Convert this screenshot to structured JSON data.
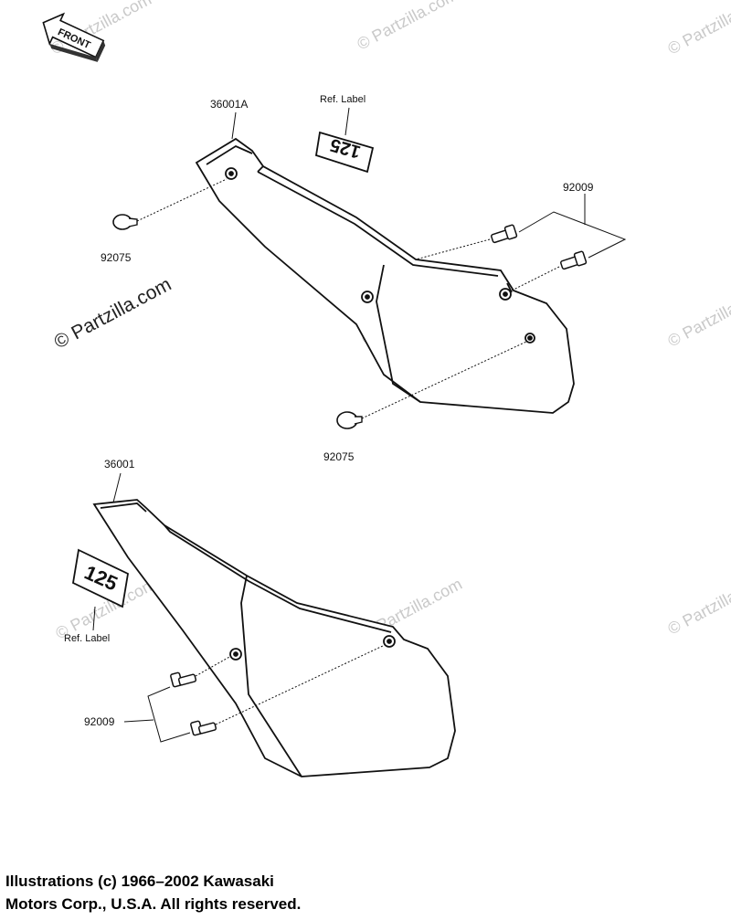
{
  "front_arrow": {
    "text": "FRONT"
  },
  "watermark": {
    "text": "© Partzilla.com"
  },
  "parts": {
    "cover_right": "36001A",
    "cover_left": "36001",
    "bolt_top": "92009",
    "bolt_bottom": "92009",
    "damper_top": "92075",
    "damper_bottom": "92075"
  },
  "emblems": {
    "top_label": "Ref. Label",
    "bottom_label": "Ref. Label",
    "top_text": "125",
    "bottom_text": "125"
  },
  "copyright": {
    "line1": "Illustrations (c) 1966–2002 Kawasaki",
    "line2": "Motors Corp., U.S.A.  All rights reserved."
  }
}
